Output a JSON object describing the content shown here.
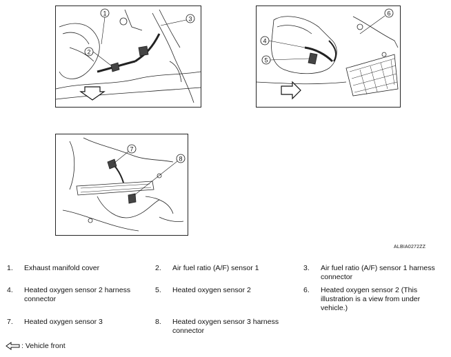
{
  "illustration_code": "ALBIA0272ZZ",
  "callouts": [
    "1",
    "2",
    "3",
    "4",
    "5",
    "6",
    "7",
    "8"
  ],
  "legend": [
    {
      "num": "1.",
      "text": "Exhaust manifold cover"
    },
    {
      "num": "2.",
      "text": "Air fuel ratio (A/F) sensor 1"
    },
    {
      "num": "3.",
      "text": "Air fuel ratio (A/F) sensor 1 harness connector"
    },
    {
      "num": "4.",
      "text": "Heated oxygen sensor 2 harness connector"
    },
    {
      "num": "5.",
      "text": "Heated oxygen sensor 2"
    },
    {
      "num": "6.",
      "text": "Heated oxygen sensor 2 (This illustration is a view from under vehicle.)"
    },
    {
      "num": "7.",
      "text": "Heated oxygen sensor 3"
    },
    {
      "num": "8.",
      "text": "Heated oxygen sensor 3 harness connector"
    }
  ],
  "vehicle_front_note": ": Vehicle front"
}
